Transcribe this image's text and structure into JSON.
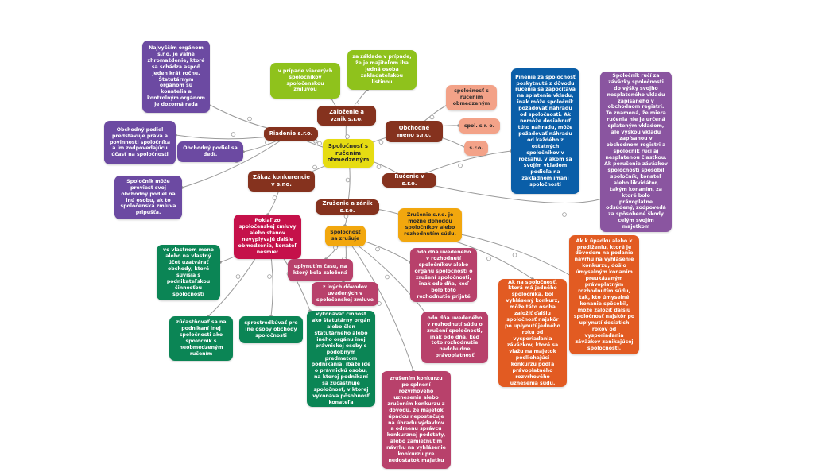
{
  "colors": {
    "line": "#9a9a9a",
    "center": "#e6dc12",
    "branch": "#85321e",
    "purple": "#6c4aa2",
    "green": "#8fc21c",
    "salmon": "#f3a288",
    "blue": "#0a5ea8",
    "violet": "#8a55a0",
    "magenta": "#c5114a",
    "emerald": "#0b8555",
    "orange_hub": "#f2a70e",
    "pink": "#b8416b",
    "orange": "#e25b22"
  },
  "nodes": {
    "center": "Spoločnosť s ručením obmedzeným",
    "zalozenie": "Založenie a vznik s.r.o.",
    "riadenie": "Riadenie s.r.o.",
    "obchodne_meno": "Obchodné meno s.r.o.",
    "ruccenie": "Ručenie v s.r.o.",
    "zakaz": "Zákaz konkurencie v s.r.o.",
    "zrusenie": "Zrušenie a zánik s.r.o.",
    "najvyssi": "Najvyšším orgánom s.r.o. je valné zhromaždenie, ktoré sa schádza aspoň jeden krát ročne. Štatutárnym orgánom sú konatelia a kontrolným orgánom je dozorná rada",
    "podiel_pravo": "Obchodný podiel predstavuje práva a povinnosti spoločníka a im zodpovedajúcu účasť na spoločnosti",
    "podiel_dedi": "Obchodný podiel sa dedí.",
    "previest": "Spoločník môže previesť svoj obchodný podiel na inú osobu, ak to spoločenská zmluva pripúšťa.",
    "viacerych": "v prípade viacerých spoločníkov spoločenskou zmluvou",
    "zakladatelskou": "za základe v prípade, že je majiteľom iba jedná osoba zakladateľskou listinou",
    "meno_1": "spoločnosť s ručením obmedzeným",
    "meno_2": "spol. s r. o.",
    "meno_3": "s.r.o.",
    "peniaze": "Pinenie za spoločnosť poskytnuté z dôvodu ručenia sa započítava na splatenie vkladu, inak môže spoločník požadovať náhradu od spoločnosti. Ak nemôže dosiahnuť túto náhradu, môže požadovať náhradu od každého z ostatných spoločníkov v rozsahu, v akom sa svojím vkladom podieľa na základnom imaní spoločnosti",
    "spolocnik_ruci": "Spoločník ručí za záväzky spoločnosti do výšky svojho nesplateného vkladu zapísaného v obchodnom registri. To znamená, že miera ručenia nie je určená splateným vkladom, ale výškou vkladu zapísanou v obchodnom registri a spoločník ručí aj nesplatenou čiastkou. Ak porušenie záväzkov spoločnosti spôsobil spoločník, konateľ alebo likvidátor, takým konaním, za ktoré bolo právoplatne odsúdený, zodpovedá za spôsobené škody celým svojím majetkom",
    "pokial": "Pokiaľ zo spoločenskej zmluvy alebo stanov nevyplývajú ďalšie obmedzenia, konateľ nesmie:",
    "zrusuje": "Spoločnosť sa zrušuje",
    "zrusenie_dohoda": "Zrušenie s.r.o. je možné dohodou spoločníkov alebo rozhodnutím súdu.",
    "vlastnom_mene": "vo vlastnom mene alebo na vlastný účet uzatvárať obchody, ktoré súvisia s podnikateľskou činnosťou spoločnosti",
    "zucastnovat": "zúčastňovať sa na podnikaní inej spoločnosti ako spoločník s neobmedzeným ručením",
    "sprostredkuvat": "sprostredkúvať pre iné osoby obchody spoločnosti",
    "vykonavat": "vykonávať činnosť ako štatutárny orgán alebo člen štatutárneho alebo iného orgánu inej právnickej osoby s podobným predmetom podnikania, ibaže ide o právnickú osobu, na ktorej podnikaní sa zúčastňuje spoločnosť, v ktorej vykonáva pôsobnosť konateľa",
    "uplynutim": "uplynutím času, na ktorý bola založená",
    "z_inych": "z iných dôvodov uvedených v spoločenskej zmluve",
    "odo_dna_1": "odo dňa uvedeného v rozhodnutí spoločníkov alebo orgánu spoločnosti o zrušení spoločnosti, inak odo dňa, keď bolo toto rozhodnutie prijaté",
    "odo_dna_2": "odo dňa uvedeného v rozhodnutí súdu o zrušení spoločnosti, inak odo dňa, keď toto rozhodnutie nadobudne právoplatnosť",
    "konkurz": "zrušením konkurzu po splnení rozvrhového uznesenia alebo zrušením konkurzu z dôvodu, že majetok úpadcu nepostačuje na úhradu výdavkov a odmenu správcu konkurznej podstaty, alebo zamietnutím návrhu na vyhlásenie konkurzu pre nedostatok majetku",
    "jediny_spolocnik": "Ak na spoločnosť, ktorá má jedného spoločníka, bol vyhlásený konkurz, môže táto osoba založiť ďalšiu spoločnosť najskôr po uplynutí jedného roku od vysporiadania záväzkov, ktoré sa viažu na majetok podliehajúci konkurzu podľa právoplatného rozvrhového uznesenia súdu.",
    "upadok": "Ak k úpadku alebo k predlženiu, ktoré je dôvodom na podanie návrhu na vyhlásenie konkurzu, došlo úmyselným konaním preukázaným právoplatným rozhodnutím súdu, tak, kto úmyselné konanie spôsobil, môže založiť ďalšiu spoločnosť najskôr po uplynutí desiatich rokov od vysporiadania záväzkov zanikajúcej spoločnosti."
  }
}
